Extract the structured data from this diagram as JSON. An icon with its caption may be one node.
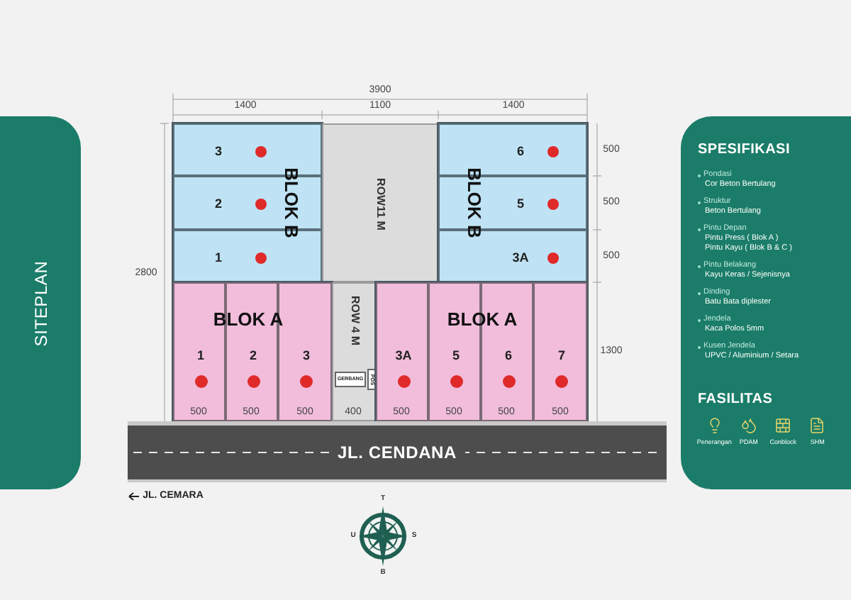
{
  "diagram": {
    "nodes": [
      {
        "text": [
          "**SITE**PLAN"
        ]
      },
      {
        "text": [],
        "shape": "box"
      },
      {
        "text": [
          "3"
        ],
        "in": 1
      },
      {
        "text": [
          "2"
        ],
        "in": 1
      },
      {
        "text": [
          "1"
        ],
        "in": 1
      },
      {
        "text": [
          "ROW11 M"
        ]
      },
      {
        "text": [],
        "shape": "box"
      },
      {
        "text": [
          "6"
        ],
        "in": 6
      },
      {
        "text": [
          "5"
        ],
        "in": 6
      },
      {
        "text": [
          "3A"
        ],
        "in": 6
      },
      {
        "text": [],
        "shape": "box"
      },
      {
        "text": [
          "1"
        ],
        "in": 10
      },
      {
        "text": [
          "2"
        ],
        "in": 10
      },
      {
        "text": [
          "3"
        ],
        "in": 10
      },
      {
        "text": [
          "ROW 4 M"
        ]
      },
      {
        "text": [
          "GERBANG"
        ],
        "in": 14
      },
      {
        "text": [
          "POS"
        ],
        "in": 14
      },
      {
        "text": [],
        "shape": "box"
      },
      {
        "text": [
          "3A"
        ],
        "in": 17
      },
      {
        "text": [
          "5"
        ],
        "in": 17
      },
      {
        "text": [
          "6"
        ],
        "in": 17
      },
      {
        "text": [
          "7"
        ],
        "in": 17
      },
      {
        "text": [
          "JL. CENDANA"
        ]
      },
      {
        "text": [
          "SPESIFIKASI",
          "Pondasi",
          "Cor Beton Bertulang",
          "Struktur",
          "Beton Bertulang",
          "Pintu Depan",
          "Pintu Press ( Blok A )",
          "Pintu Kayu ( Blok B & C )",
          "Pintu Belakang",
          "Kayu Keras / Sejenisnya",
          "Dinding",
          "Batu Bata diplester",
          "Jendela",
          "Kaca Polos 5mm",
          "Kusen Jendela",
          "UPVC / Aluminium / Setara",
          "FASILITAS",
          "Penerangan",
          "PDAM",
          "Conblock",
          "SHM"
        ]
      }
    ],
    "labels": [
      "BLOK B",
      "BLOK B",
      "BLOK A",
      "BLOK A",
      "3900",
      "1400",
      "1100",
      "1400",
      "500",
      "500",
      "500",
      "2800",
      "1300",
      "500",
      "500",
      "500",
      "400",
      "500",
      "500",
      "500",
      "500",
      "JL. CEMARA",
      "T",
      "U",
      "S",
      "B"
    ]
  }
}
